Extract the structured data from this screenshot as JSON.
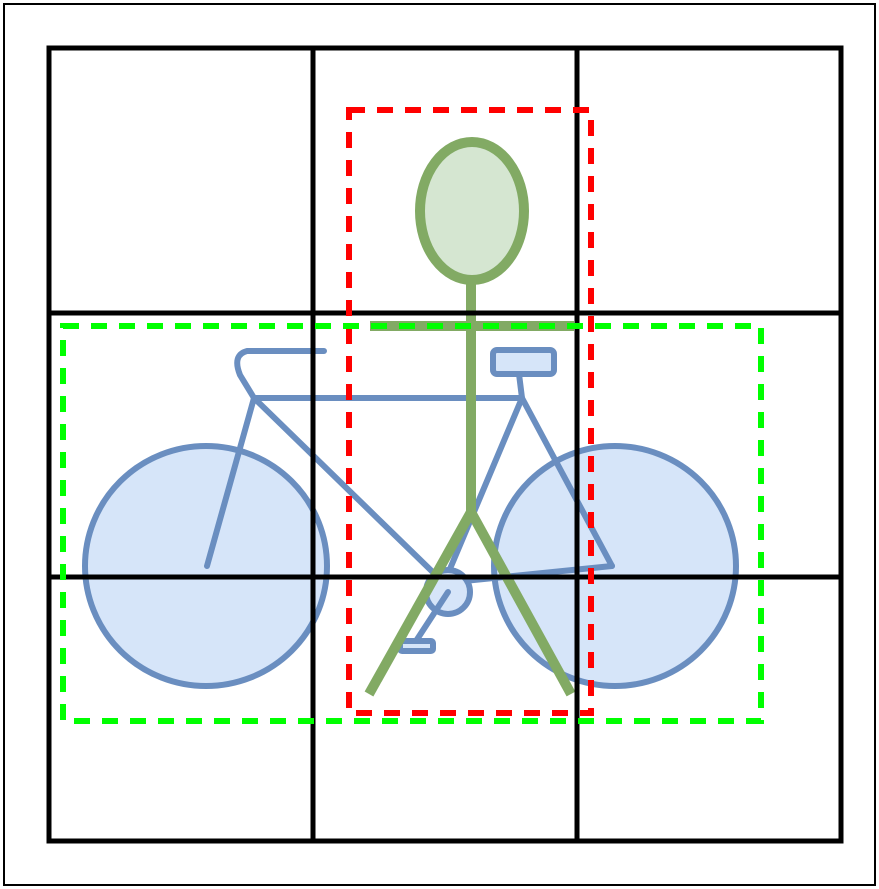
{
  "diagram": {
    "grid": {
      "rows": 3,
      "columns": 3,
      "line_color": "#000000"
    },
    "colors": {
      "frame": "#000000",
      "person_stroke": "#82aa64",
      "person_head_fill": "#d5e6d1",
      "bicycle_stroke": "#6a8ec0",
      "wheel_fill": "#d6e5f9",
      "person_box": "#ff0000",
      "bicycle_box": "#00ff00"
    },
    "objects": [
      {
        "id": "person",
        "icon": "stick-figure-icon"
      },
      {
        "id": "bicycle",
        "icon": "bicycle-icon"
      }
    ],
    "bounding_boxes": [
      {
        "object": "person",
        "style": "dashed",
        "color": "#ff0000"
      },
      {
        "object": "bicycle",
        "style": "dashed",
        "color": "#00ff00"
      }
    ]
  }
}
